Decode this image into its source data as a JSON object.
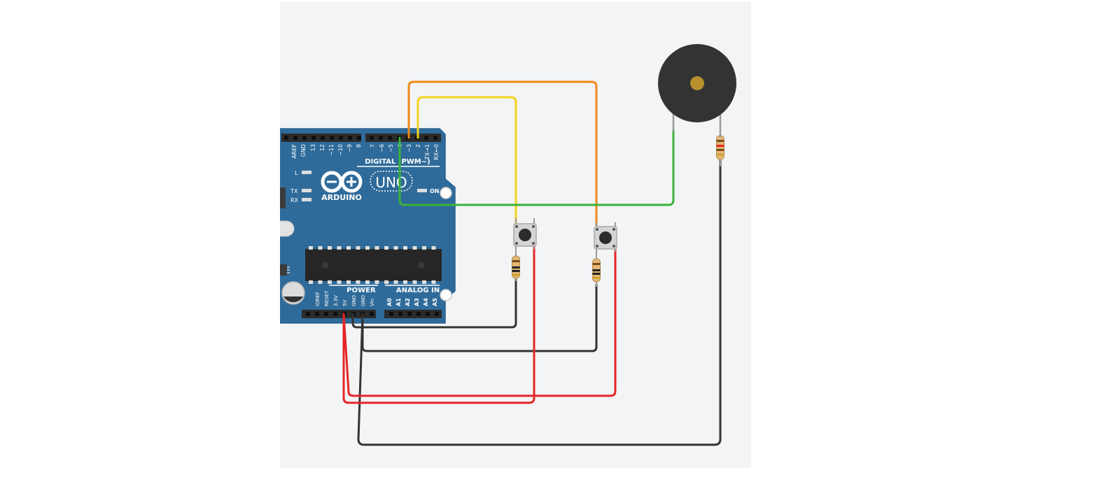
{
  "colors": {
    "canvas": "#f3f4f6",
    "board": "#2f6b9a",
    "board_edge": "#2a6190",
    "wire_orange": "#ee8a16",
    "wire_yellow": "#f3d21f",
    "wire_green": "#39b33a",
    "wire_black": "#333333",
    "wire_red": "#e52626",
    "buzzer": "#333333",
    "buzzer_center": "#b8902e"
  },
  "board": {
    "brand": "ARDUINO",
    "model": "UNO",
    "digital_header": "DIGITAL (PWM~)",
    "power_header": "POWER",
    "analog_header": "ANALOG IN",
    "led_l": "L",
    "led_tx": "TX",
    "led_rx": "RX",
    "led_on": "ON",
    "digital_pins": [
      "AREF",
      "GND",
      "13",
      "12",
      "~11",
      "~10",
      "~9",
      "8",
      "7",
      "~6",
      "~5",
      "4",
      "~3",
      "2",
      "TX→1",
      "RX←0"
    ],
    "power_pins": [
      "IOREF",
      "RESET",
      "3.3V",
      "5V",
      "GND",
      "GND",
      "Vin"
    ],
    "analog_pins": [
      "A0",
      "A1",
      "A2",
      "A3",
      "A4",
      "A5"
    ]
  },
  "components": [
    {
      "kind": "pushbutton",
      "icon": "pushbutton-icon"
    },
    {
      "kind": "pushbutton",
      "icon": "pushbutton-icon"
    },
    {
      "kind": "resistor",
      "icon": "resistor-icon"
    },
    {
      "kind": "resistor",
      "icon": "resistor-icon"
    },
    {
      "kind": "resistor",
      "icon": "resistor-icon"
    },
    {
      "kind": "piezo-buzzer",
      "icon": "buzzer-icon"
    }
  ]
}
